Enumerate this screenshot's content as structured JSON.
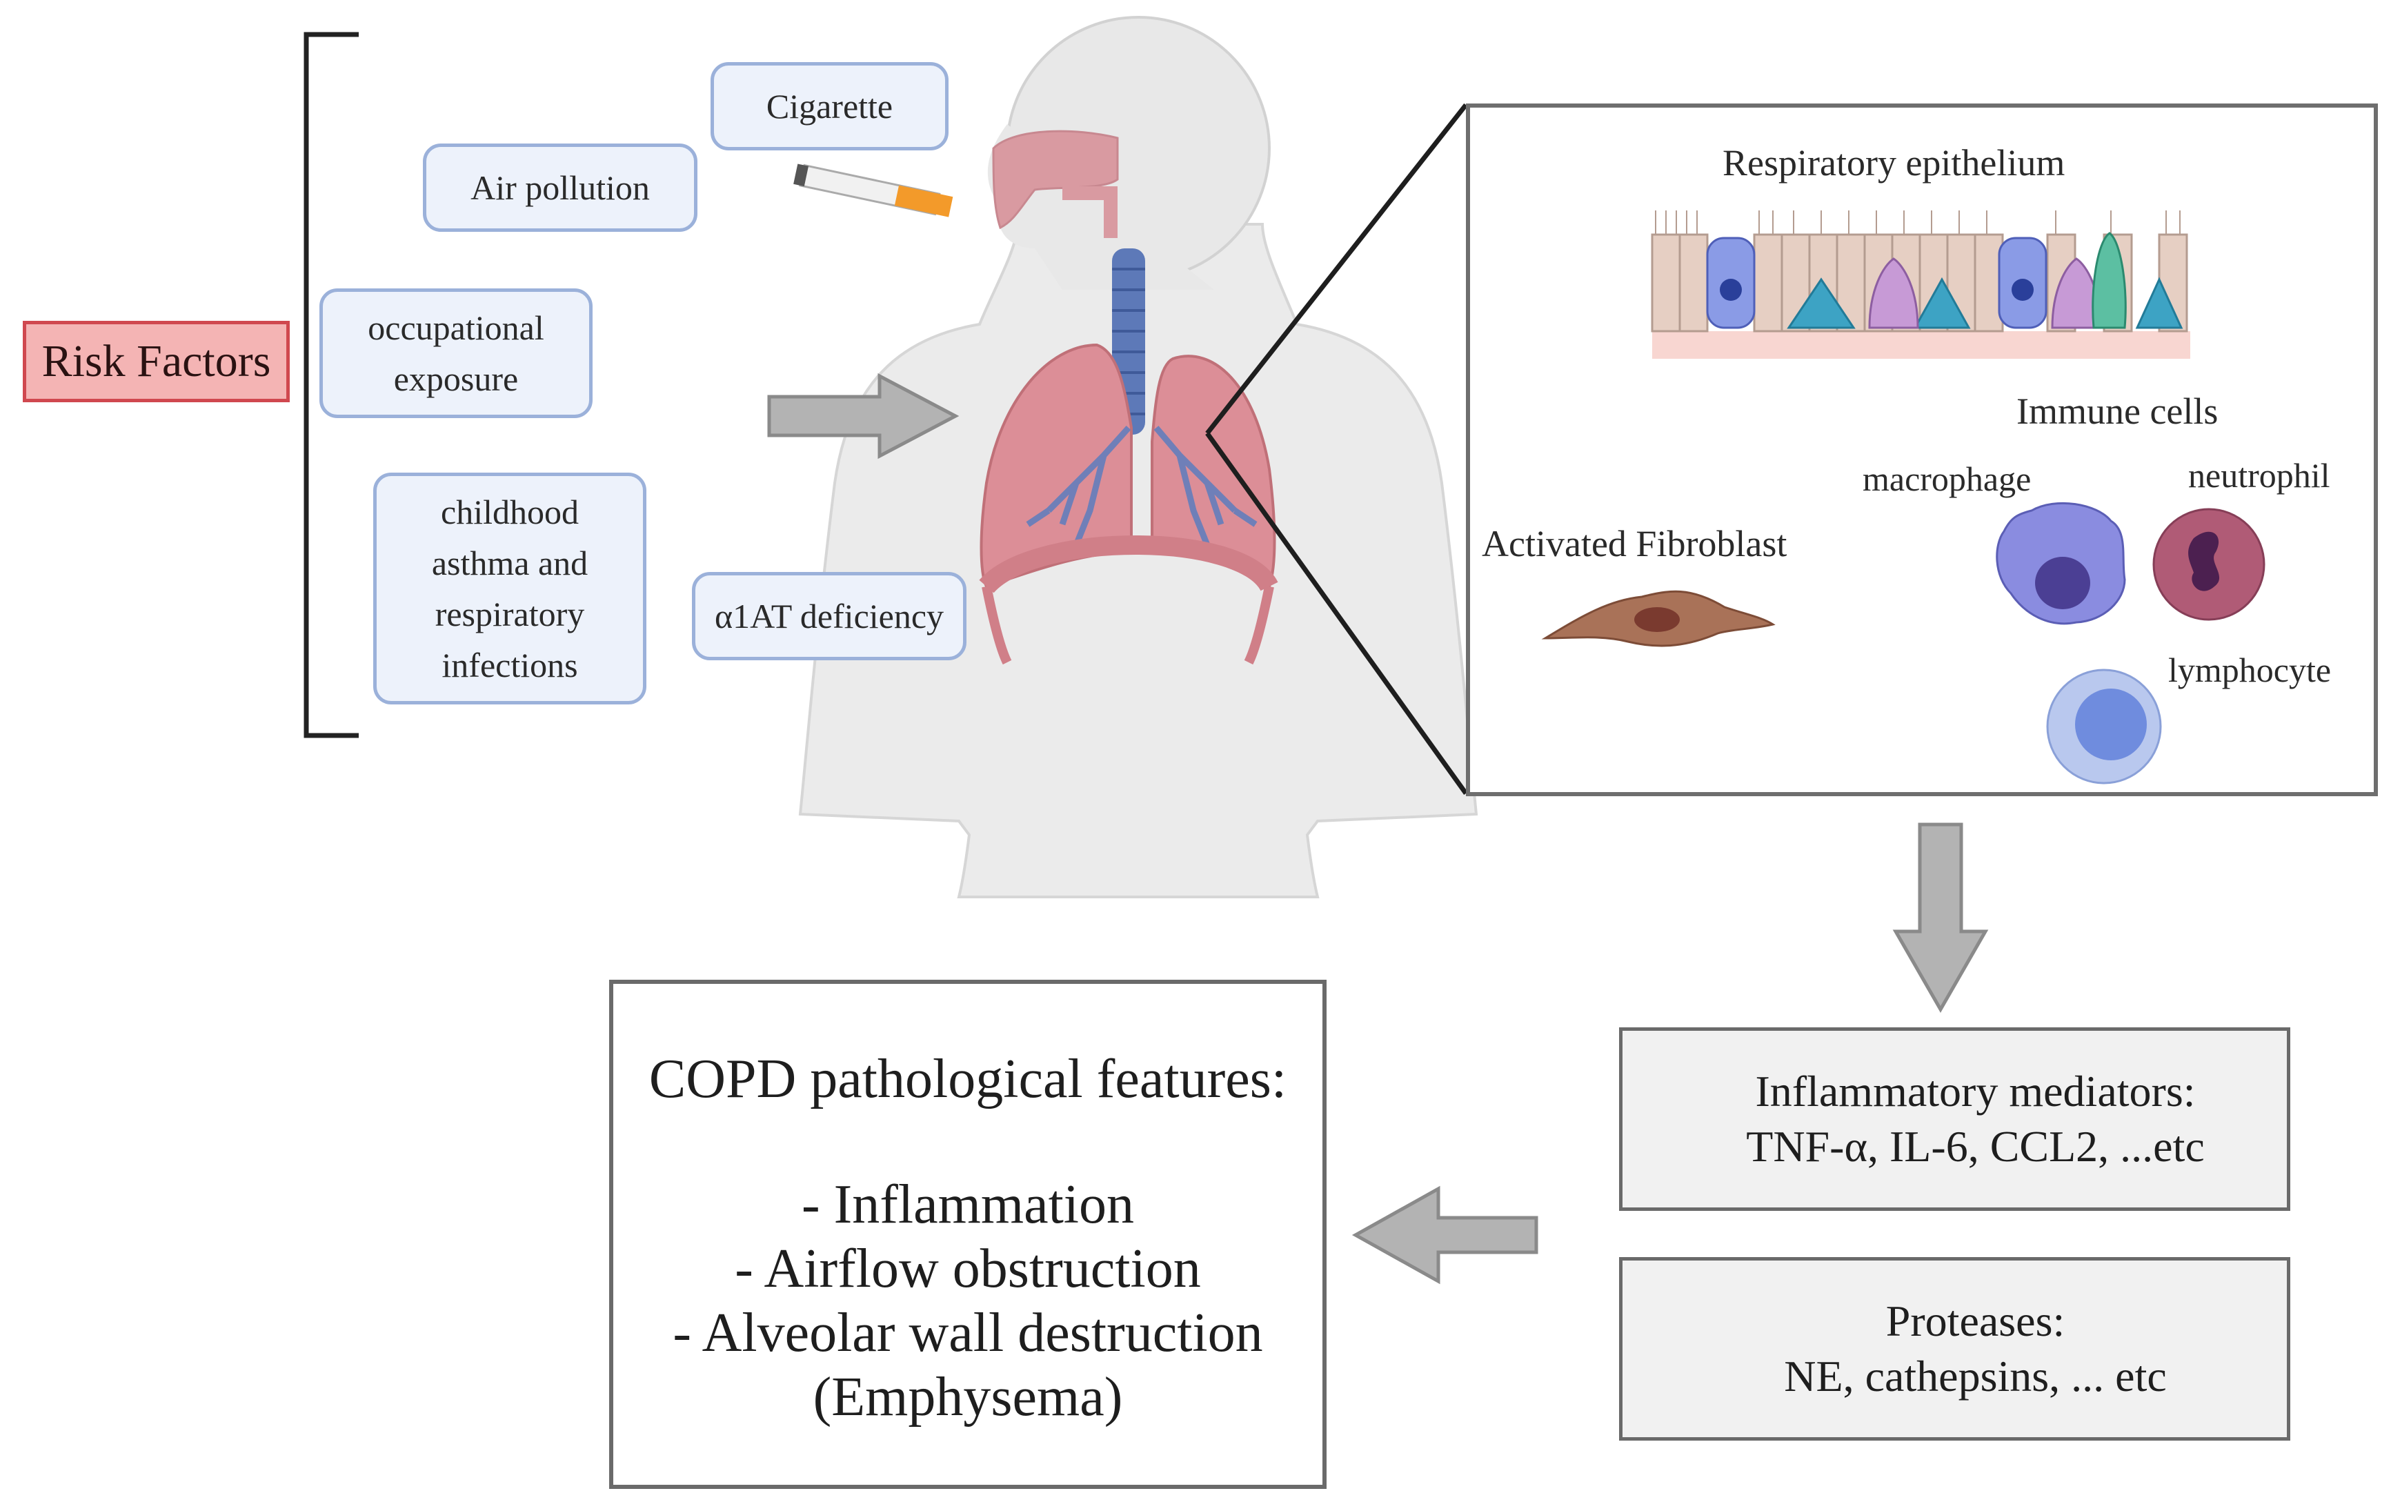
{
  "risk_factors": {
    "title": "Risk Factors",
    "items": [
      "Cigarette",
      "Air pollution",
      "occupational\nexposure",
      "childhood\nasthma and\nrespiratory\ninfections",
      "α1AT deficiency"
    ]
  },
  "zoom_panel": {
    "epithelium_label": "Respiratory epithelium",
    "immune_label": "Immune cells",
    "fibroblast_label": "Activated Fibroblast",
    "macrophage_label": "macrophage",
    "neutrophil_label": "neutrophil",
    "lymphocyte_label": "lymphocyte"
  },
  "mediators": {
    "inflammatory": "Inflammatory mediators:\nTNF-α, IL-6, CCL2, ...etc",
    "proteases": "Proteases:\nNE, cathepsins, ... etc"
  },
  "copd": {
    "title": "COPD pathological features:",
    "features": "- Inflammation\n- Airflow obstruction\n- Alveolar wall destruction\n(Emphysema)"
  },
  "colors": {
    "risk_box_fill": "#f4b4b4",
    "risk_box_border": "#d0484f",
    "pill_fill": "#edf2fb",
    "pill_border": "#9bb1da",
    "arrow_fill": "#b3b3b3",
    "box_fill": "#f1f1f1"
  }
}
